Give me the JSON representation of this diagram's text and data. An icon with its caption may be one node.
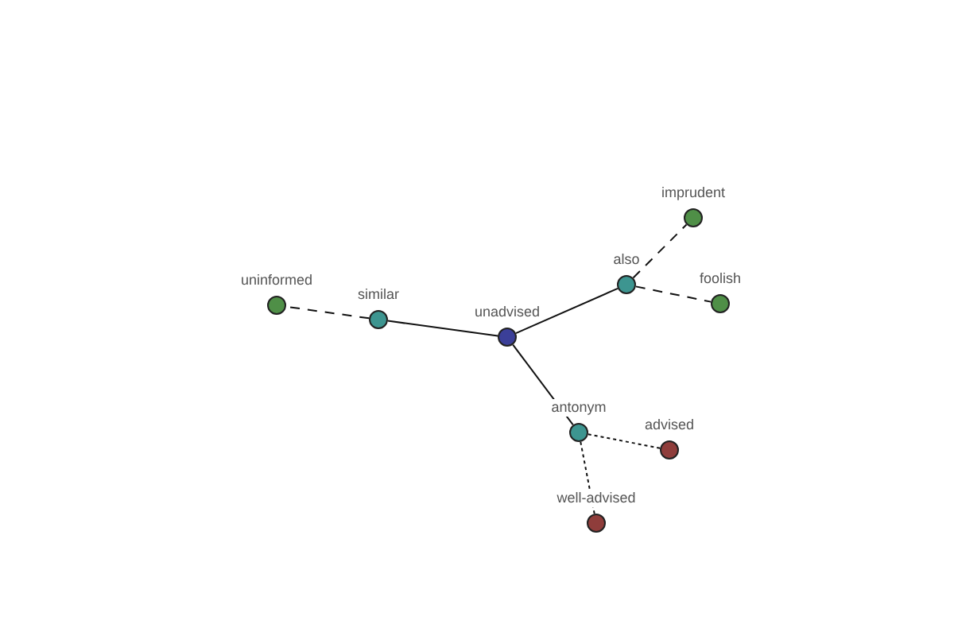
{
  "diagram": {
    "nodes": [
      {
        "text": [
          "imprudent"
        ]
      },
      {
        "text": [
          "uninformed"
        ]
      },
      {
        "text": [
          "also"
        ]
      },
      {
        "text": [
          "foolish"
        ]
      },
      {
        "text": [
          "similar"
        ]
      },
      {
        "text": [
          "unadvised"
        ]
      },
      {
        "text": [
          "antonym"
        ]
      },
      {
        "text": [
          "advised"
        ]
      },
      {
        "text": [
          "well-advised"
        ]
      }
    ],
    "edges": [
      {
        "from": 5,
        "to": 4,
        "arrow": "none"
      },
      {
        "from": 5,
        "to": 2,
        "arrow": "none"
      },
      {
        "from": 5,
        "to": 6,
        "arrow": "none"
      },
      {
        "from": 4,
        "to": 1,
        "arrow": "none",
        "style": "dashed"
      },
      {
        "from": 2,
        "to": 0,
        "arrow": "none",
        "style": "dashed"
      },
      {
        "from": 2,
        "to": 3,
        "arrow": "none",
        "style": "dashed"
      },
      {
        "from": 6,
        "to": 7,
        "arrow": "none",
        "style": "dashed"
      },
      {
        "from": 6,
        "to": 8,
        "arrow": "none",
        "style": "dashed"
      }
    ]
  }
}
